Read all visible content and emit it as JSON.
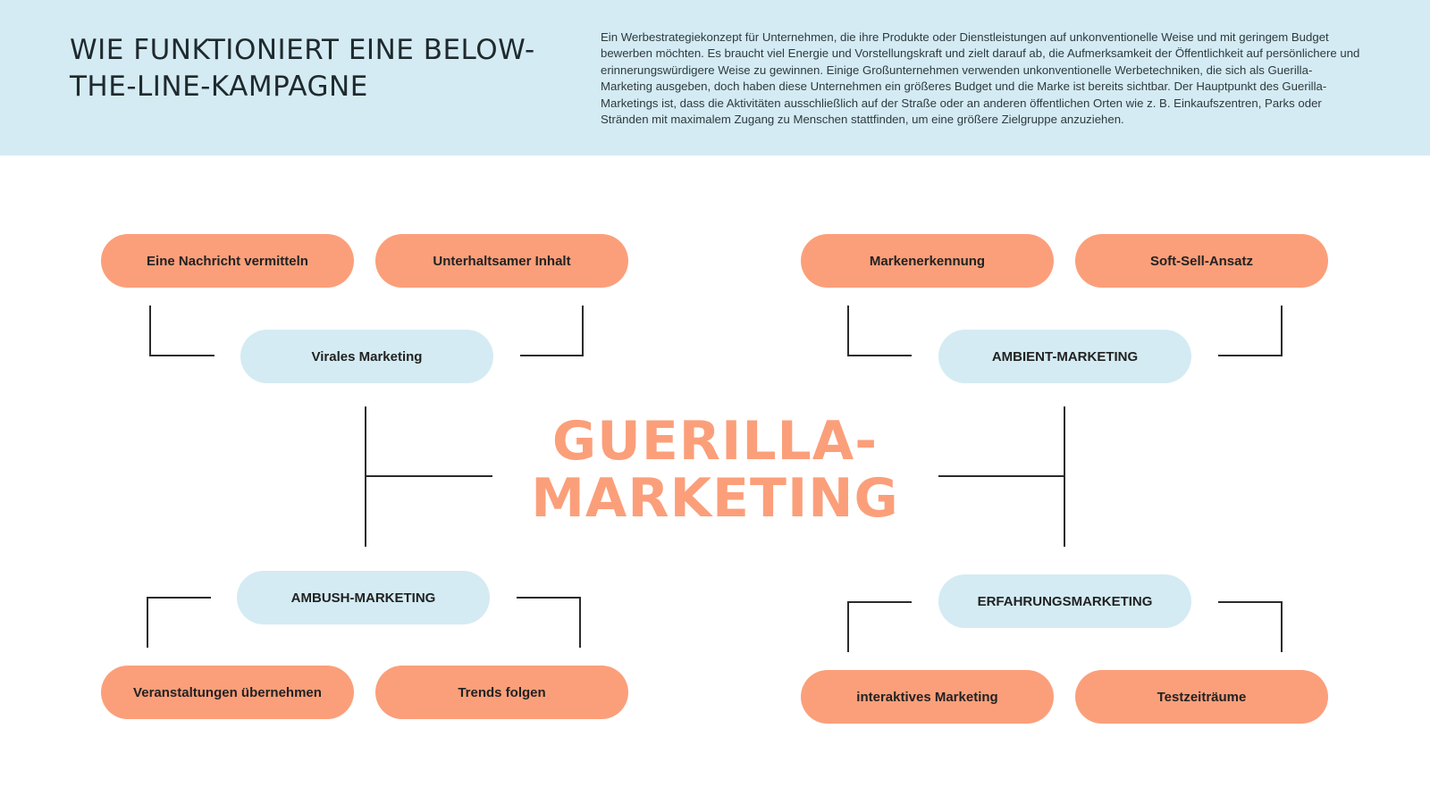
{
  "header": {
    "title": "WIE FUNKTIONIERT EINE BELOW-THE-LINE-KAMPAGNE",
    "description": "Ein Werbestrategiekonzept für Unternehmen, die ihre Produkte oder Dienstleistungen auf unkonventionelle Weise und mit geringem Budget bewerben möchten. Es braucht viel Energie und Vorstellungskraft und zielt darauf ab, die Aufmerksamkeit der Öffentlichkeit auf persönlichere und erinnerungswürdigere Weise zu gewinnen. Einige Großunternehmen verwenden unkonventionelle Werbetechniken, die sich als Guerilla-Marketing ausgeben, doch haben diese Unternehmen ein größeres Budget und die Marke ist bereits sichtbar. Der Hauptpunkt des Guerilla-Marketings ist, dass die Aktivitäten ausschließlich auf der Straße oder an anderen öffentlichen Orten wie z. B. Einkaufszentren, Parks oder Stränden mit maximalem Zugang zu Menschen stattfinden, um eine größere Zielgruppe anzuziehen."
  },
  "center": {
    "title": "GUERILLA-MARKETING"
  },
  "branches": {
    "viral": {
      "label": "Virales Marketing",
      "items": [
        "Eine Nachricht vermitteln",
        "Unterhaltsamer Inhalt"
      ]
    },
    "ambient": {
      "label": "AMBIENT-MARKETING",
      "items": [
        "Markenerkennung",
        "Soft-Sell-Ansatz"
      ]
    },
    "ambush": {
      "label": "AMBUSH-MARKETING",
      "items": [
        "Veranstaltungen übernehmen",
        "Trends folgen"
      ]
    },
    "experience": {
      "label": "ERFAHRUNGSMARKETING",
      "items": [
        "interaktives Marketing",
        "Testzeiträume"
      ]
    }
  },
  "colors": {
    "accent_orange": "#fb9f7a",
    "light_blue": "#d4ebf3",
    "text_dark": "#1f2a2e",
    "connector": "#2b2b2b"
  }
}
